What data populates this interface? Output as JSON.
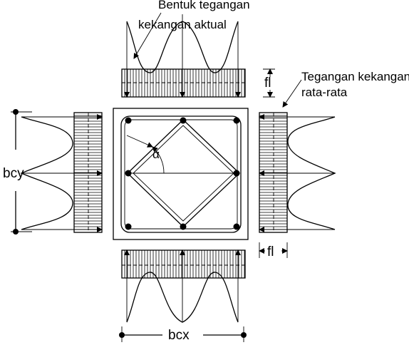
{
  "labels": {
    "actual_stress": [
      "Bentuk tegangan",
      "kekangan aktual"
    ],
    "average_stress": [
      "Tegangan kekangan",
      "rata-rata"
    ],
    "fl_top": "fl",
    "fl_right": "fl",
    "alpha": "α",
    "bcy": "bcy",
    "bcx": "bcx"
  }
}
